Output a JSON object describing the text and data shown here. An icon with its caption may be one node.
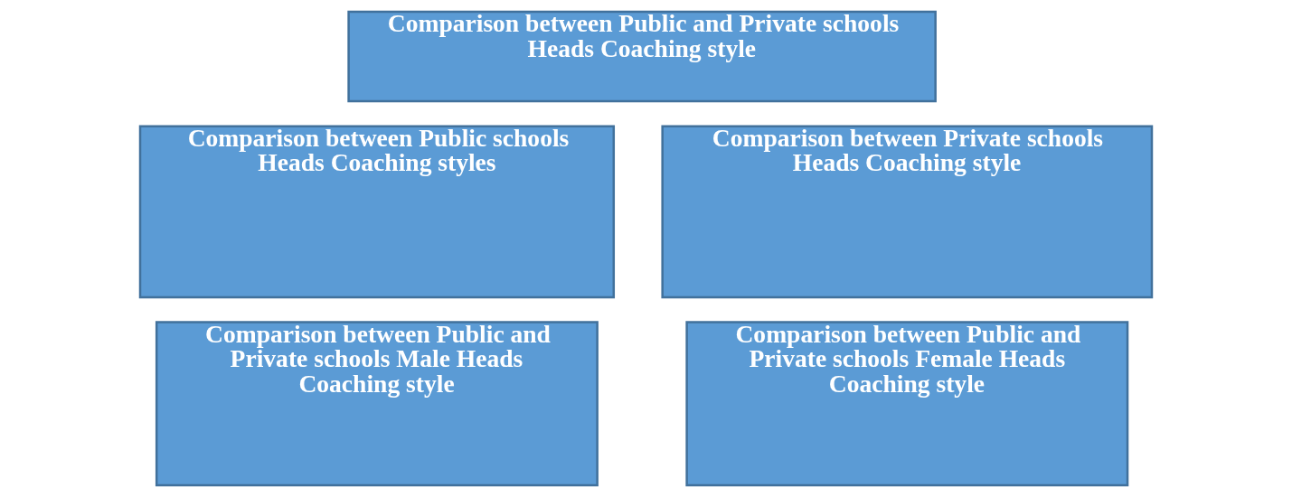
{
  "diagram": {
    "nodes": [
      {
        "text": [
          "Comparison between Public and Private schools Heads Coaching style"
        ]
      },
      {
        "text": [
          "Comparison between Public schools Heads Coaching styles"
        ]
      },
      {
        "text": [
          "Comparison between Private schools Heads Coaching style"
        ]
      },
      {
        "text": [
          "Comparison between Public and Private schools Male Heads Coaching style"
        ]
      },
      {
        "text": [
          "Comparison between Public and Private schools Female Heads Coaching style"
        ]
      }
    ]
  }
}
